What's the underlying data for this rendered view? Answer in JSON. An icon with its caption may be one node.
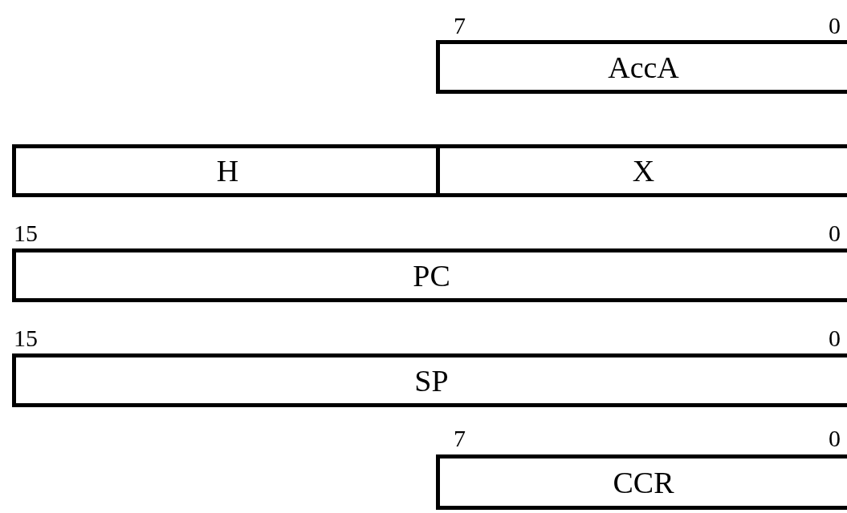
{
  "diagram": {
    "nodes": [
      {
        "text": [
          "AccA"
        ]
      },
      {
        "text": [
          "H"
        ]
      },
      {
        "text": [
          "X"
        ]
      },
      {
        "text": [
          "PC"
        ]
      },
      {
        "text": [
          "SP"
        ]
      },
      {
        "text": [
          "CCR"
        ]
      }
    ],
    "labels": [
      "7",
      "0",
      "15",
      "0",
      "15",
      "0",
      "7",
      "0"
    ]
  }
}
